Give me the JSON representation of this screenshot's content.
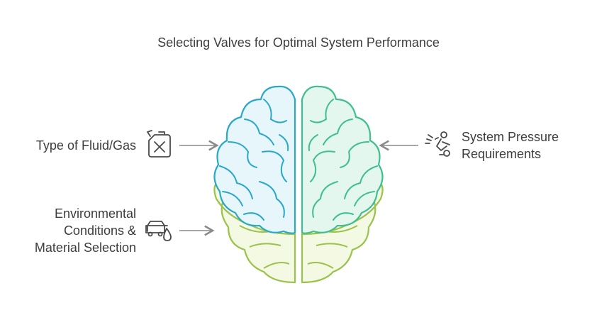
{
  "title": "Selecting Valves for Optimal System Performance",
  "factors": {
    "fluid": {
      "lines": [
        "Type of Fluid/Gas"
      ],
      "icon": "fuel-can-icon"
    },
    "environment": {
      "lines": [
        "Environmental",
        "Conditions &",
        "Material Selection"
      ],
      "icon": "car-oil-drop-icon"
    },
    "pressure": {
      "lines": [
        "System Pressure",
        "Requirements"
      ],
      "icon": "pressure-worker-icon"
    }
  },
  "colors": {
    "left_lobe_stroke": "#2aa8c8",
    "left_lobe_fill": "#e6f6fb",
    "right_lobe_stroke": "#3fbf8f",
    "right_lobe_fill": "#e3f7ee",
    "lower_stroke": "#9bc24a",
    "lower_fill": "#f3f9e3",
    "arrow": "#8a8a8a",
    "icon": "#4a4a4a"
  }
}
